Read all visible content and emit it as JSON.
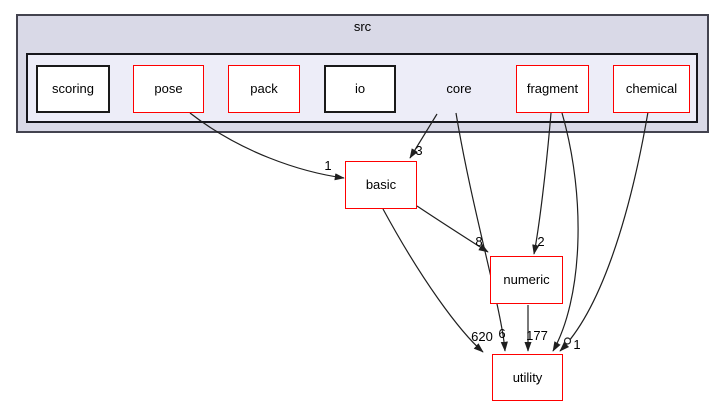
{
  "graph": {
    "outer_cluster_label": "src",
    "nodes": {
      "scoring": {
        "label": "scoring",
        "border_color": "#1a1a1a"
      },
      "pose": {
        "label": "pose",
        "border_color": "#fe0000"
      },
      "pack": {
        "label": "pack",
        "border_color": "#fe0000"
      },
      "io": {
        "label": "io",
        "border_color": "#1a1a1a"
      },
      "core": {
        "label": "core",
        "border_color": "none"
      },
      "fragment": {
        "label": "fragment",
        "border_color": "#fe0000"
      },
      "chemical": {
        "label": "chemical",
        "border_color": "#fe0000"
      },
      "basic": {
        "label": "basic",
        "border_color": "#fe0000"
      },
      "numeric": {
        "label": "numeric",
        "border_color": "#fe0000"
      },
      "utility": {
        "label": "utility",
        "border_color": "#fe0000"
      }
    },
    "edges": [
      {
        "from": "pose",
        "to": "basic",
        "label": "1"
      },
      {
        "from": "core",
        "to": "basic",
        "label": "3"
      },
      {
        "from": "core",
        "to": "utility",
        "label": "6"
      },
      {
        "from": "basic",
        "to": "numeric",
        "label": "8"
      },
      {
        "from": "basic",
        "to": "utility",
        "label": "620"
      },
      {
        "from": "fragment",
        "to": "numeric",
        "label": "2"
      },
      {
        "from": "fragment",
        "to": "utility",
        "label": ""
      },
      {
        "from": "chemical",
        "to": "utility",
        "label": "1"
      },
      {
        "from": "numeric",
        "to": "utility",
        "label": "177"
      }
    ],
    "colors": {
      "outer_cluster_fill": "#d9d9e7",
      "outer_cluster_border": "#43434f",
      "inner_cluster_fill": "#ededf8",
      "inner_cluster_border": "#16161c",
      "linked_node_border": "#fe0000",
      "plain_node_border": "#1a1a1a",
      "node_fill": "#ffffff",
      "edge_color": "#1f1f1f",
      "background": "#ffffff"
    }
  }
}
